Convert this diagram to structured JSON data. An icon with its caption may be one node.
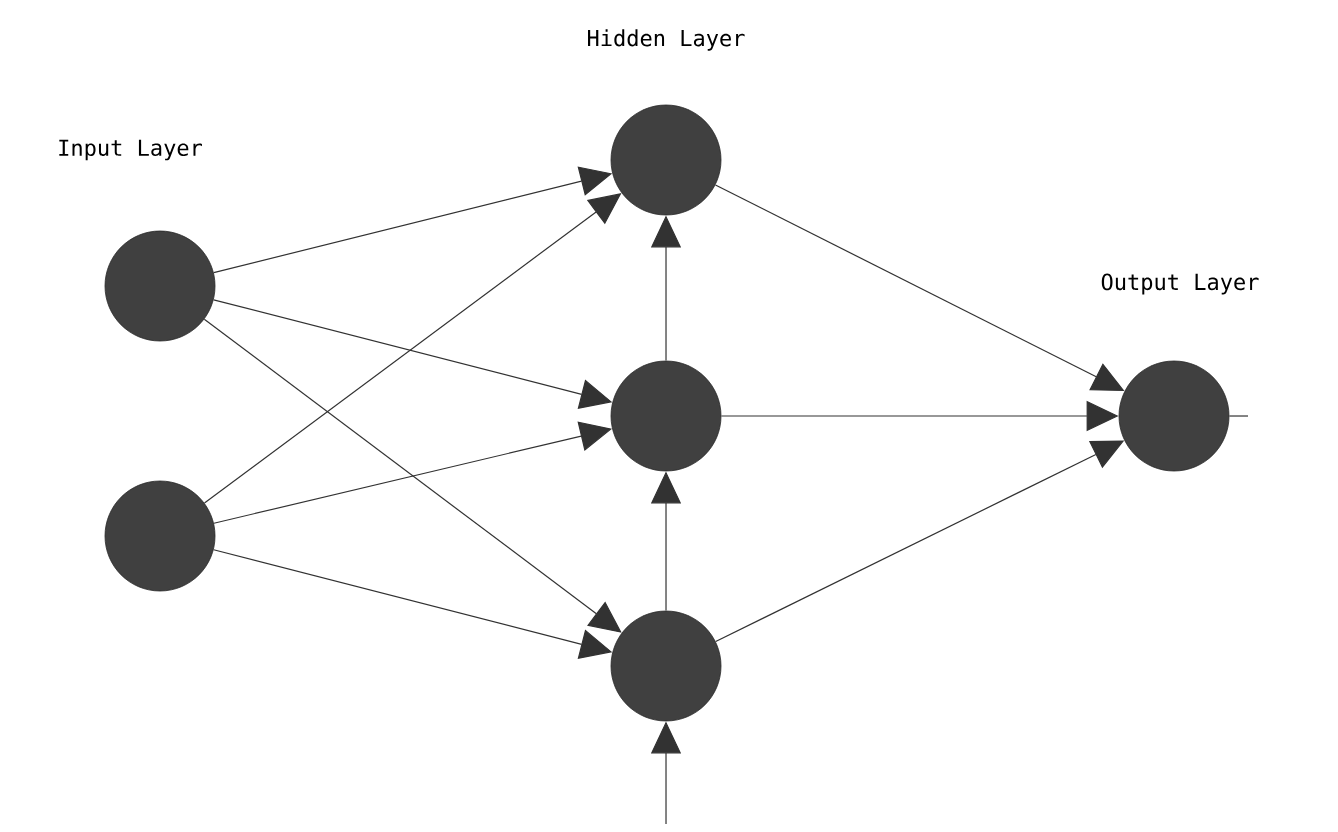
{
  "diagram": {
    "nodes": [
      {
        "text": [],
        "shape": "circle"
      },
      {
        "text": [],
        "shape": "circle"
      },
      {
        "text": [],
        "shape": "circle"
      },
      {
        "text": [],
        "shape": "circle"
      },
      {
        "text": [],
        "shape": "circle"
      },
      {
        "text": [],
        "shape": "circle"
      }
    ],
    "edges": [
      {
        "from": 0,
        "to": 2,
        "arrow": "to"
      },
      {
        "from": 0,
        "to": 3,
        "arrow": "to"
      },
      {
        "from": 0,
        "to": 4,
        "arrow": "to"
      },
      {
        "from": 1,
        "to": 2,
        "arrow": "to"
      },
      {
        "from": 1,
        "to": 3,
        "arrow": "to"
      },
      {
        "from": 1,
        "to": 4,
        "arrow": "to"
      },
      {
        "from": 3,
        "to": 2,
        "arrow": "to"
      },
      {
        "from": 4,
        "to": 3,
        "arrow": "to"
      },
      {
        "from": null,
        "to": 4,
        "arrow": "to"
      },
      {
        "from": 2,
        "to": 5,
        "arrow": "to"
      },
      {
        "from": 3,
        "to": 5,
        "arrow": "to"
      },
      {
        "from": 4,
        "to": 5,
        "arrow": "to"
      },
      {
        "from": 5,
        "to": null,
        "arrow": "none"
      }
    ],
    "labels": [
      "Hidden Layer",
      "Input Layer",
      "Output Layer"
    ]
  }
}
